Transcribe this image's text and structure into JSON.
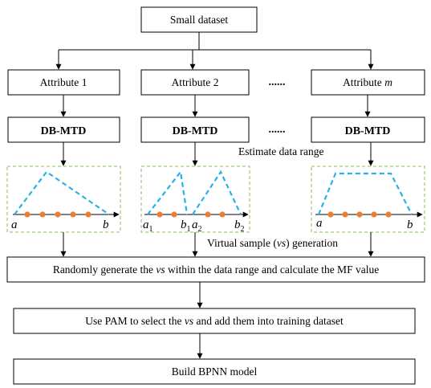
{
  "top": {
    "label": "Small dataset"
  },
  "attributes": [
    {
      "prefix": "Attribute ",
      "suffix": "1",
      "suffix_italic": false
    },
    {
      "prefix": "Attribute ",
      "suffix": "2",
      "suffix_italic": false
    },
    {
      "prefix": "Attribute ",
      "suffix": "m",
      "suffix_italic": true
    }
  ],
  "ellipsis": "......",
  "dbmtd": [
    "DB-MTD",
    "DB-MTD",
    "DB-MTD"
  ],
  "annotations": {
    "estimate": "Estimate data range",
    "vs_pre": "Virtual sample (",
    "vs_mid": "vs",
    "vs_post": ") generation"
  },
  "plots": {
    "plot1": {
      "a": "a",
      "b": "b"
    },
    "plot2": {
      "a1": "a",
      "a1_sub": "1",
      "b1": "b",
      "b1_sub": "1",
      "a2": "a",
      "a2_sub": "2",
      "b2": "b",
      "b2_sub": "2"
    },
    "plot3": {
      "a": "a",
      "b": "b"
    }
  },
  "step1": {
    "pre": "Randomly generate the ",
    "vs": "vs",
    "post": " within the data range and calculate the MF value"
  },
  "step2": {
    "pre": "Use PAM to select the ",
    "vs": "vs",
    "post": " and add them into training dataset"
  },
  "step3": {
    "label": "Build BPNN model"
  },
  "colors": {
    "dashed_line": "#2ab0e8",
    "marker": "#ee7d32",
    "frame": "#7fbf5f",
    "stroke": "#000000"
  }
}
